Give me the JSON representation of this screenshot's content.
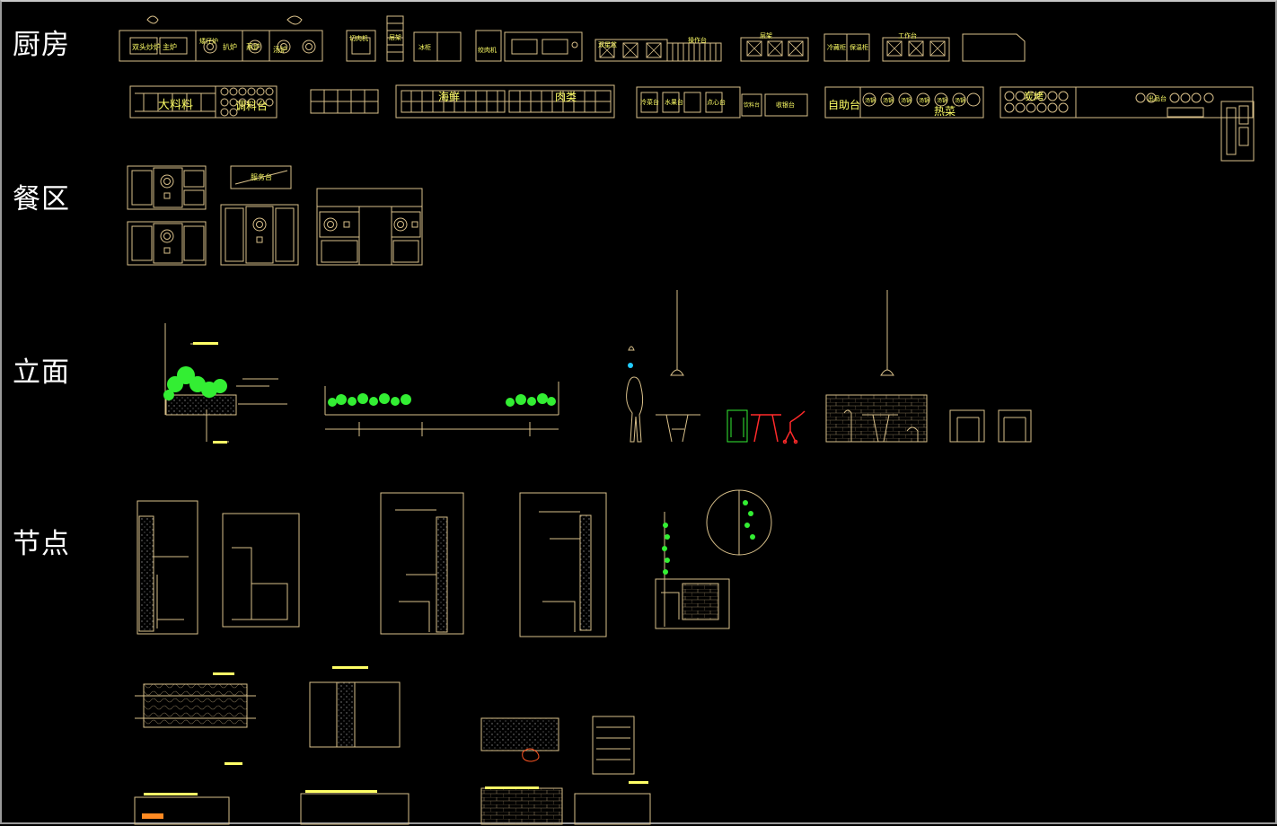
{
  "colors": {
    "background": "#000000",
    "line": "#d9c08a",
    "annotation": "#ffff66",
    "plant": "#33ee33",
    "accent_red": "#ff2a2a",
    "accent_cyan": "#22ccff",
    "label": "#ffffff"
  },
  "sections": {
    "kitchen": "厨房",
    "dining": "餐区",
    "elevation": "立面",
    "node": "节点"
  },
  "kitchen_row1": {
    "range_left": "双头炒炉",
    "range_mid": "主炉",
    "stove_a": "矮仔炉",
    "stove_b": "扒炉",
    "stove_c": "蒸炉",
    "stove_d": "汤炉",
    "unit_a": "切肉机",
    "unit_b": "层架",
    "unit_c": "冰柜",
    "unit_d": "绞肉机",
    "unit_e": "双星盆",
    "unit_f": "操作台",
    "unit_g": "层架",
    "unit_h": "冷藏柜",
    "unit_i": "保温柜",
    "unit_j": "工作台"
  },
  "kitchen_row2": {
    "seasoning_big": "大料料",
    "seasoning_table": "调料台",
    "seafood": "海鲜",
    "meat": "肉类",
    "counter_a": "冷菜台",
    "counter_b": "水果台",
    "counter_c": "点心台",
    "counter_d": "饮料台",
    "counter_e": "收银台",
    "buffet": "自助台",
    "hot_dish": "热菜",
    "station_a": "汤锅",
    "station_b": "汤锅",
    "station_c": "汤锅",
    "station_d": "汤锅",
    "station_e": "汤锅",
    "station_f": "汤锅",
    "grill": "炭烤",
    "counter_f": "出品台"
  },
  "dining": {
    "service_desk": "服务台"
  }
}
